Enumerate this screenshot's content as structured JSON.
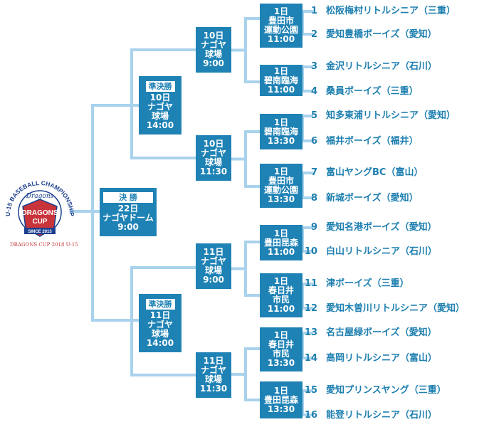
{
  "logo": {
    "arc_text": "U-15 BASEBALL CHAMPIONSHIP",
    "brand_script": "Dragons",
    "title": "DRAGONS CUP",
    "since": "SINCE 2013",
    "caption": "DRAGONS CUP 2018 U-15"
  },
  "final": {
    "label": "決 勝",
    "lines": [
      "22日",
      "ナゴヤドーム",
      "9:00"
    ]
  },
  "semifinals": [
    {
      "label": "準決勝",
      "lines": [
        "10日",
        "ナゴヤ",
        "球場",
        "14:00"
      ]
    },
    {
      "label": "準決勝",
      "lines": [
        "11日",
        "ナゴヤ",
        "球場",
        "14:00"
      ]
    }
  ],
  "quarterfinals": [
    {
      "lines": [
        "10日",
        "ナゴヤ",
        "球場",
        "9:00"
      ]
    },
    {
      "lines": [
        "10日",
        "ナゴヤ",
        "球場",
        "11:30"
      ]
    },
    {
      "lines": [
        "11日",
        "ナゴヤ",
        "球場",
        "9:00"
      ]
    },
    {
      "lines": [
        "11日",
        "ナゴヤ",
        "球場",
        "11:30"
      ]
    }
  ],
  "first_round": [
    {
      "lines": [
        "1日",
        "豊田市",
        "運動公園",
        "11:00"
      ]
    },
    {
      "lines": [
        "1日",
        "碧南臨海",
        "11:00"
      ]
    },
    {
      "lines": [
        "1日",
        "碧南臨海",
        "13:30"
      ]
    },
    {
      "lines": [
        "1日",
        "豊田市",
        "運動公園",
        "13:30"
      ]
    },
    {
      "lines": [
        "1日",
        "豊田昆森",
        "11:00"
      ]
    },
    {
      "lines": [
        "1日",
        "春日井",
        "市民",
        "11:00"
      ]
    },
    {
      "lines": [
        "1日",
        "春日井",
        "市民",
        "13:30"
      ]
    },
    {
      "lines": [
        "1日",
        "豊田昆森",
        "13:30"
      ]
    }
  ],
  "teams": [
    {
      "num": "1",
      "name": "松阪梅村リトルシニア（三重）"
    },
    {
      "num": "2",
      "name": "愛知豊橋ボーイズ（愛知）"
    },
    {
      "num": "3",
      "name": "金沢リトルシニア（石川）"
    },
    {
      "num": "4",
      "name": "桑員ボーイズ（三重）"
    },
    {
      "num": "5",
      "name": "知多東浦リトルシニア（愛知）"
    },
    {
      "num": "6",
      "name": "福井ボーイズ（福井）"
    },
    {
      "num": "7",
      "name": "富山ヤングBC（富山）"
    },
    {
      "num": "8",
      "name": "新城ボーイズ（愛知）"
    },
    {
      "num": "9",
      "name": "愛知名港ボーイズ（愛知）"
    },
    {
      "num": "10",
      "name": "白山リトルシニア（石川）"
    },
    {
      "num": "11",
      "name": "津ボーイズ（三重）"
    },
    {
      "num": "12",
      "name": "愛知木曽川リトルシニア（愛知）"
    },
    {
      "num": "13",
      "name": "名古屋緑ボーイズ（愛知）"
    },
    {
      "num": "14",
      "name": "高岡リトルシニア（富山）"
    },
    {
      "num": "15",
      "name": "愛知プリンスヤング（三重）"
    },
    {
      "num": "16",
      "name": "能登リトルシニア（石川）"
    }
  ],
  "colors": {
    "line": "#a9d2ec",
    "box": "#1f82b5",
    "text": "#1d7fb0",
    "logo_red": "#c8343a",
    "logo_navy": "#1b3f8f"
  }
}
